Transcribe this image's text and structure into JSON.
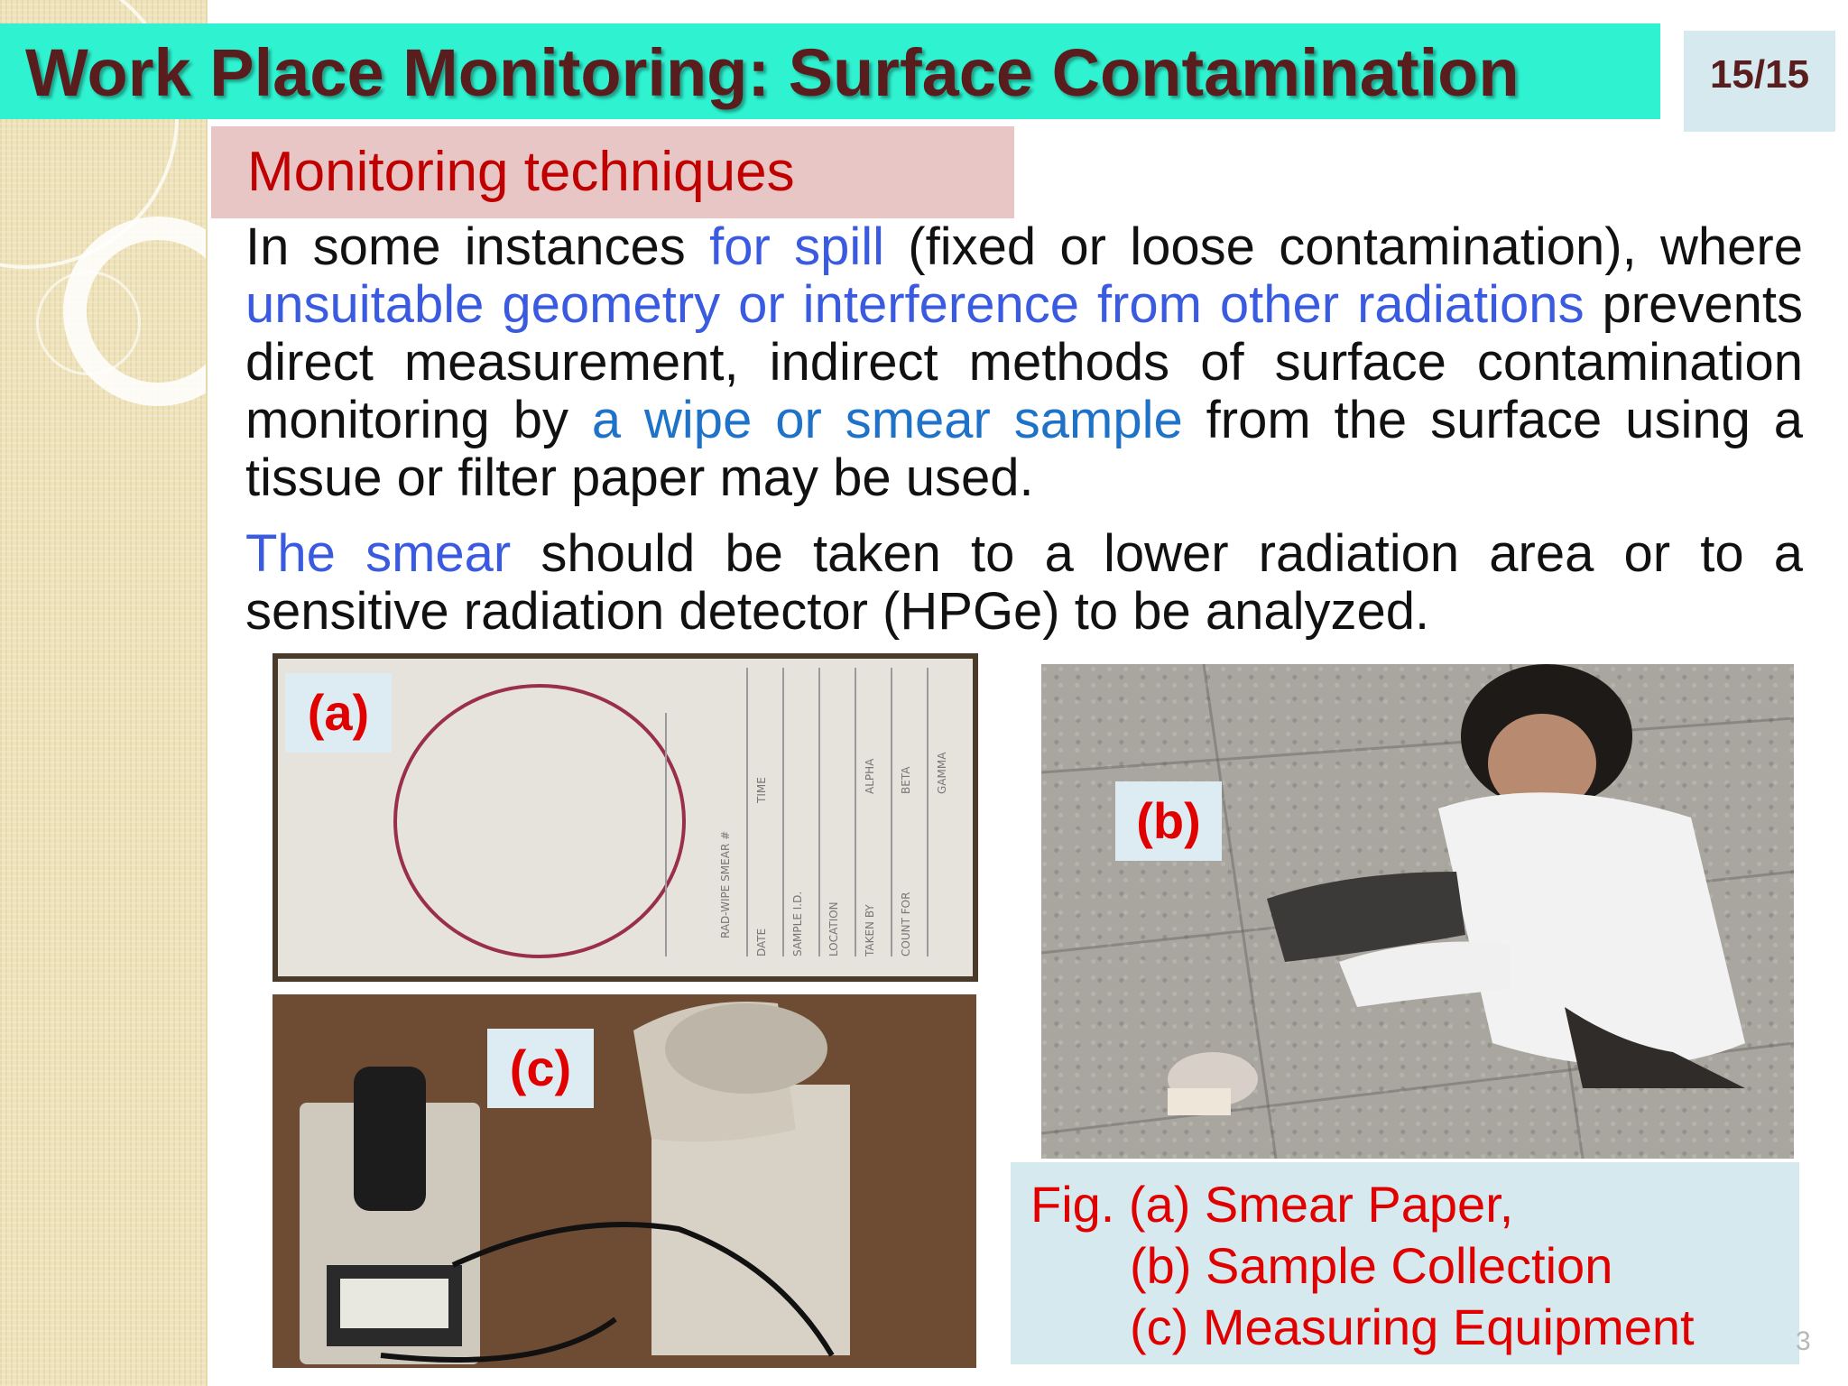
{
  "title": "Work Place Monitoring: Surface Contamination",
  "page_indicator": "15/15",
  "subheading": "Monitoring techniques",
  "paragraph1": {
    "t1": "In some instances ",
    "h1": "for spill",
    "t2": " (fixed or loose contamination), where ",
    "h2": "unsuitable geometry or interference from other radiations",
    "t3": " prevents direct measurement, indirect methods of surface contamination monitoring by ",
    "h3": "a wipe or smear sample",
    "t4": " from the surface using a tissue or filter paper may be used."
  },
  "paragraph2": {
    "h1": "The smear",
    "t1": " should be taken to a lower radiation area or to a sensitive radiation detector (HPGe) to be analyzed."
  },
  "figures": {
    "a_label": "(a)",
    "b_label": "(b)",
    "c_label": "(c)",
    "smear_form_fields": [
      "RAD-WIPE SMEAR #",
      "DATE",
      "TIME",
      "SAMPLE I.D.",
      "LOCATION",
      "TAKEN BY",
      "COUNT FOR",
      "ALPHA",
      "BETA",
      "GAMMA"
    ]
  },
  "caption": {
    "line1": "Fig. (a) Smear Paper,",
    "line2": "(b) Sample Collection",
    "line3": "(c) Measuring Equipment"
  },
  "slide_number": "3",
  "colors": {
    "title_bg": "#2ef2d0",
    "title_text": "#5a1d1d",
    "subheading_text": "#c00000",
    "highlight_blue": "#3a5be0",
    "label_red": "#e00000",
    "caption_bg": "#d6e9ee"
  }
}
